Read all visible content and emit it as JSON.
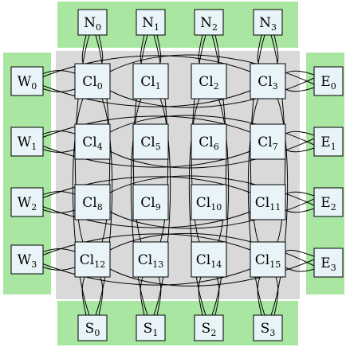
{
  "colors": {
    "green_band": "#a8e6a1",
    "core_area": "#d9d9d9",
    "node_fill": "#e8f4f8",
    "border": "#000000"
  },
  "north": [
    {
      "base": "N",
      "sub": "0"
    },
    {
      "base": "N",
      "sub": "1"
    },
    {
      "base": "N",
      "sub": "2"
    },
    {
      "base": "N",
      "sub": "3"
    }
  ],
  "south": [
    {
      "base": "S",
      "sub": "0"
    },
    {
      "base": "S",
      "sub": "1"
    },
    {
      "base": "S",
      "sub": "2"
    },
    {
      "base": "S",
      "sub": "3"
    }
  ],
  "west": [
    {
      "base": "W",
      "sub": "0"
    },
    {
      "base": "W",
      "sub": "1"
    },
    {
      "base": "W",
      "sub": "2"
    },
    {
      "base": "W",
      "sub": "3"
    }
  ],
  "east": [
    {
      "base": "E",
      "sub": "0"
    },
    {
      "base": "E",
      "sub": "1"
    },
    {
      "base": "E",
      "sub": "2"
    },
    {
      "base": "E",
      "sub": "3"
    }
  ],
  "clusters": [
    {
      "base": "Cl",
      "sub": "0"
    },
    {
      "base": "Cl",
      "sub": "1"
    },
    {
      "base": "Cl",
      "sub": "2"
    },
    {
      "base": "Cl",
      "sub": "3"
    },
    {
      "base": "Cl",
      "sub": "4"
    },
    {
      "base": "Cl",
      "sub": "5"
    },
    {
      "base": "Cl",
      "sub": "6"
    },
    {
      "base": "Cl",
      "sub": "7"
    },
    {
      "base": "Cl",
      "sub": "8"
    },
    {
      "base": "Cl",
      "sub": "9"
    },
    {
      "base": "Cl",
      "sub": "10"
    },
    {
      "base": "Cl",
      "sub": "11"
    },
    {
      "base": "Cl",
      "sub": "12"
    },
    {
      "base": "Cl",
      "sub": "13"
    },
    {
      "base": "Cl",
      "sub": "14"
    },
    {
      "base": "Cl",
      "sub": "15"
    }
  ]
}
